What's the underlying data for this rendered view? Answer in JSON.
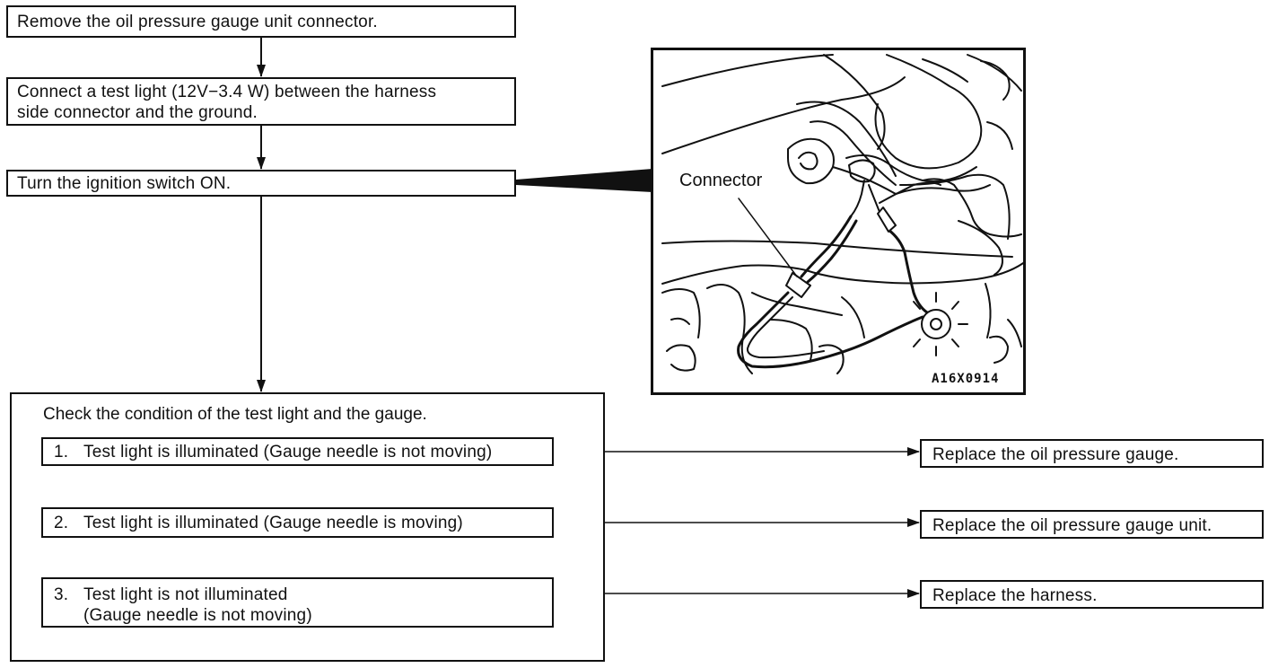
{
  "steps": {
    "step1": "Remove the oil pressure gauge unit connector.",
    "step2_line1": "Connect a test light (12V−3.4 W) between the harness",
    "step2_line2": "side connector and the ground.",
    "step3": "Turn the ignition switch ON."
  },
  "check": {
    "title": "Check the condition of the test light and the gauge.",
    "options": [
      {
        "num": "1.",
        "line1": "Test light is illuminated (Gauge needle is not moving)",
        "line2": ""
      },
      {
        "num": "2.",
        "line1": "Test light is illuminated (Gauge needle is moving)",
        "line2": ""
      },
      {
        "num": "3.",
        "line1": "Test light is not illuminated",
        "line2": "(Gauge needle is not moving)"
      }
    ]
  },
  "results": [
    "Replace the oil pressure gauge.",
    "Replace the oil pressure gauge unit.",
    "Replace the harness."
  ],
  "illustration": {
    "connector_label": "Connector",
    "figure_code": "A16X0914"
  }
}
